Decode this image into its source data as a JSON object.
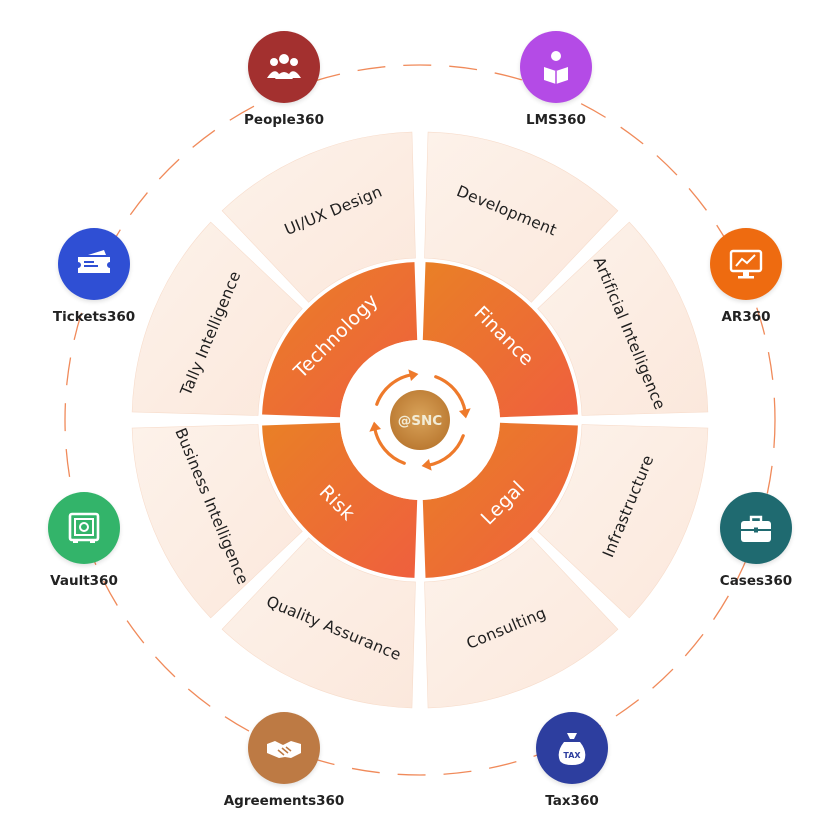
{
  "center_logo": "@SNC",
  "inner_segments": [
    {
      "label": "Technology"
    },
    {
      "label": "Finance"
    },
    {
      "label": "Legal"
    },
    {
      "label": "Risk"
    }
  ],
  "outer_segments": [
    {
      "label": "UI/UX Design"
    },
    {
      "label": "Development"
    },
    {
      "label": "Artificial Intelligence"
    },
    {
      "label": "Infrastructure"
    },
    {
      "label": "Consulting"
    },
    {
      "label": "Quality Assurance"
    },
    {
      "label": "Business Intelligence"
    },
    {
      "label": "Tally  Intelligence"
    }
  ],
  "apps": [
    {
      "label": "People360",
      "color": "#a3302f",
      "icon": "people-icon"
    },
    {
      "label": "LMS360",
      "color": "#b44be6",
      "icon": "reader-icon"
    },
    {
      "label": "AR360",
      "color": "#ee6b10",
      "icon": "monitor-chart-icon"
    },
    {
      "label": "Cases360",
      "color": "#1f6a70",
      "icon": "briefcase-icon"
    },
    {
      "label": "Tax360",
      "color": "#2d3e9f",
      "icon": "tax-bag-icon"
    },
    {
      "label": "Agreements360",
      "color": "#bd7a44",
      "icon": "handshake-icon"
    },
    {
      "label": "Vault360",
      "color": "#33b46a",
      "icon": "vault-icon"
    },
    {
      "label": "Tickets360",
      "color": "#2f4fd4",
      "icon": "ticket-icon"
    }
  ],
  "colors": {
    "inner_gradient_start": "#e98026",
    "inner_gradient_end": "#ef5f3e",
    "outer_fill": "#fdf1e8",
    "dashed_ring": "#f08a5a",
    "arrow": "#ee7a2b"
  }
}
